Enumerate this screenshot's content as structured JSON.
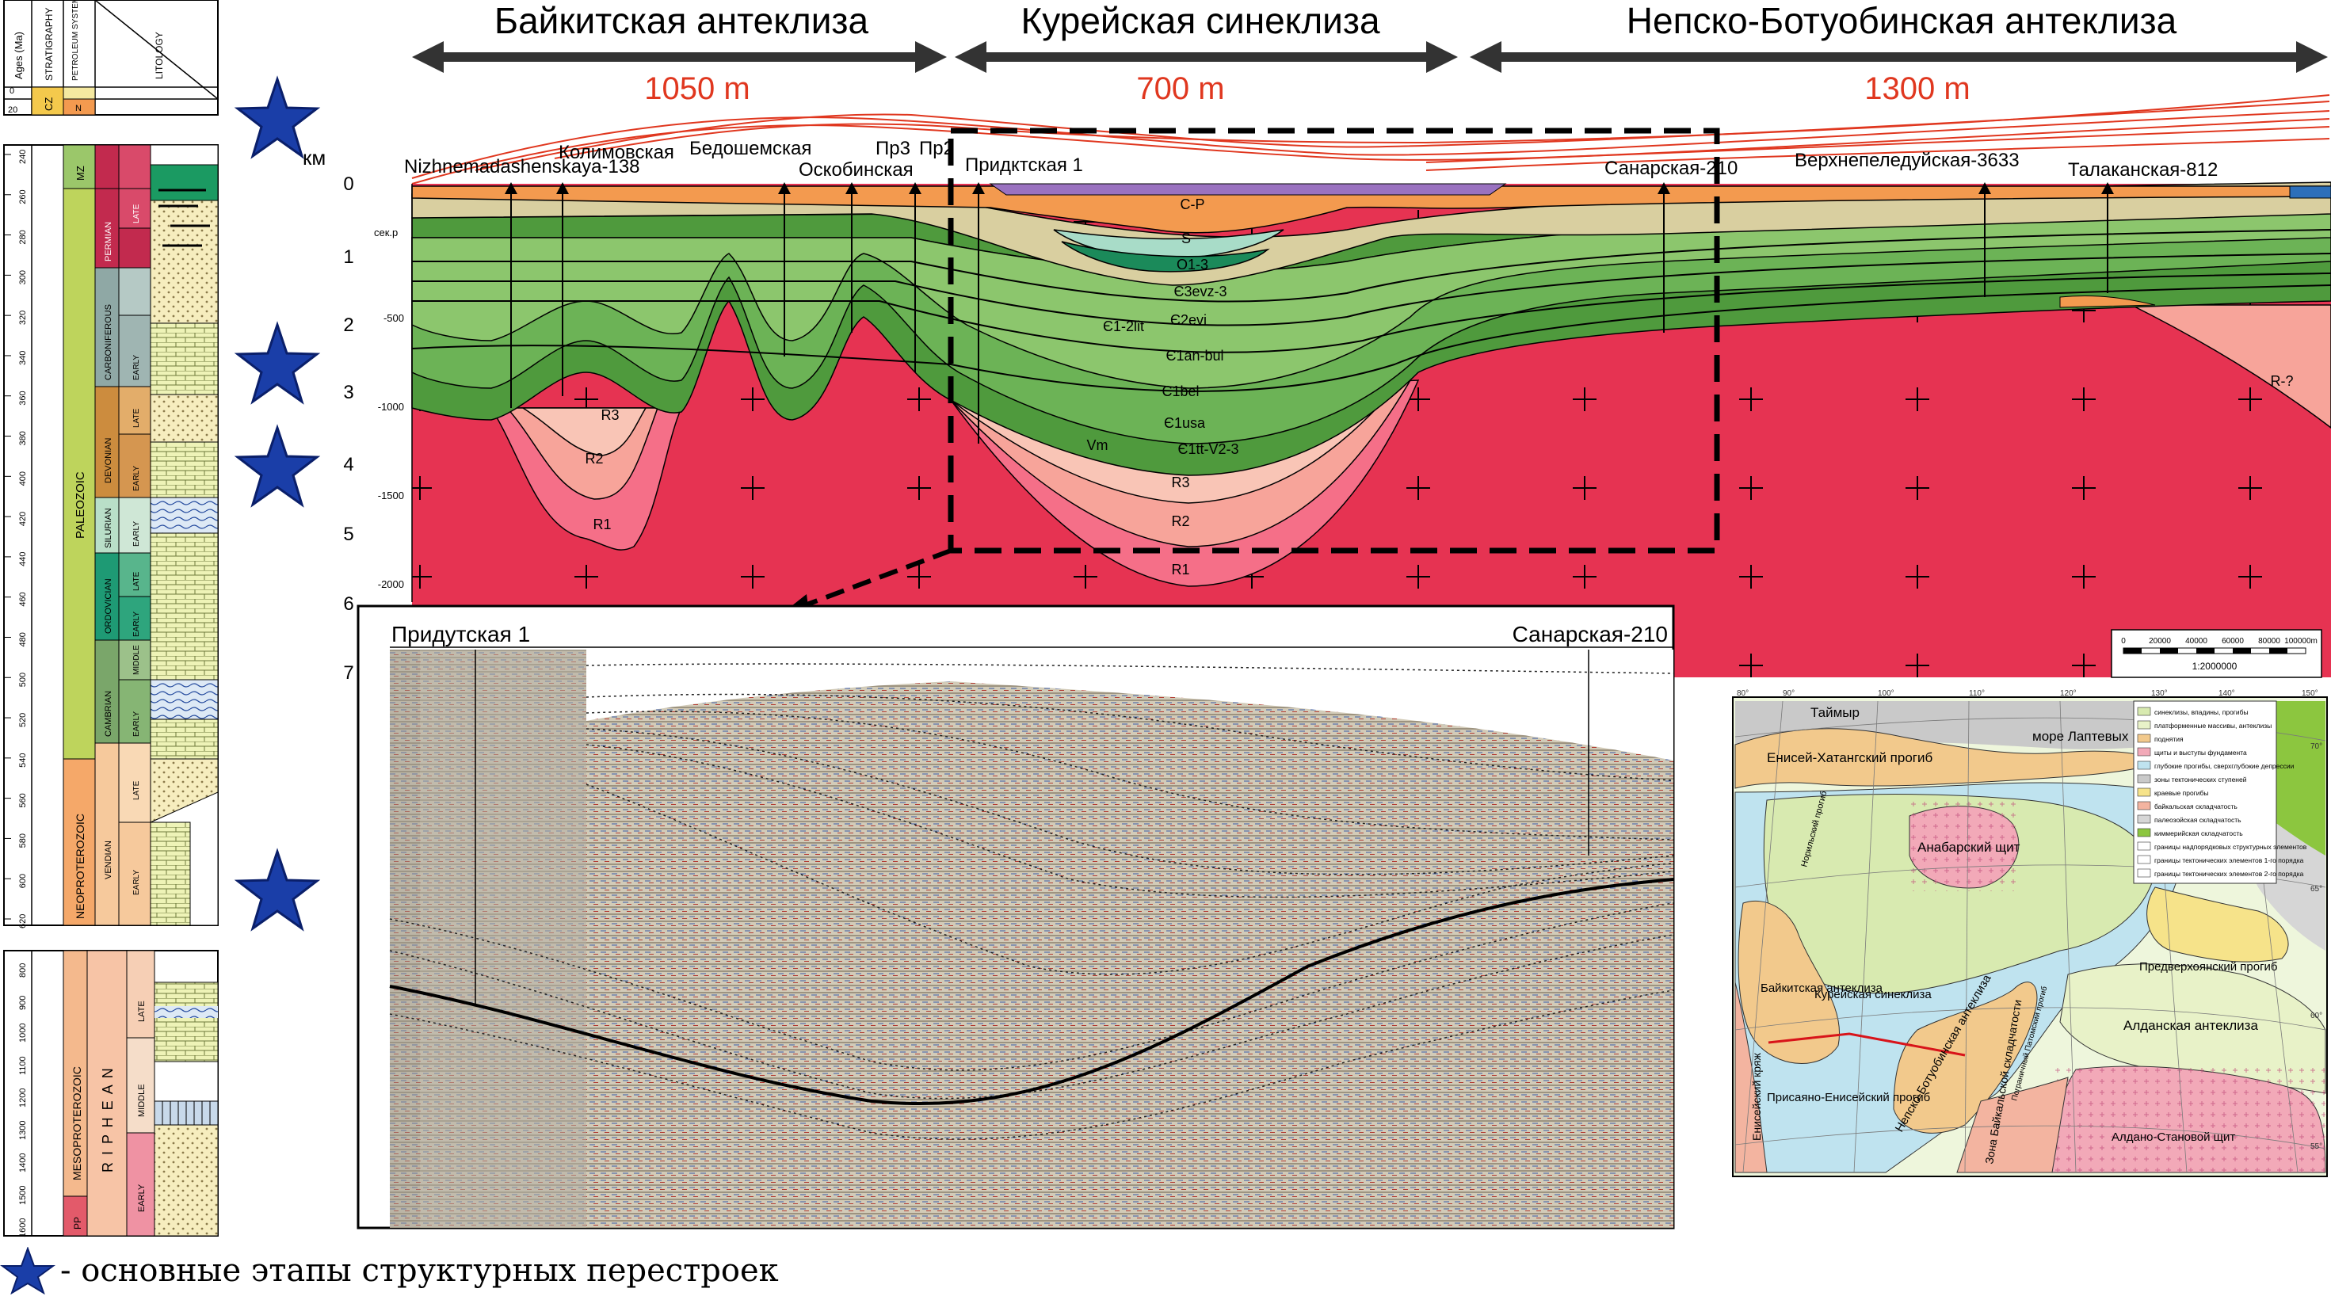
{
  "colors": {
    "basement": "#e63352",
    "riphean": "#f7a49a",
    "green_dark": "#4f9a3d",
    "green_mid": "#6cb356",
    "green_light": "#8cc66d",
    "beige": "#d9cfa0",
    "orange": "#f39a4f",
    "purple": "#9a72c0",
    "teal": "#a8dcc8",
    "star": "#1a3ea8",
    "annotation_red": "#e0371f",
    "section_bg": "#c8c8c8"
  },
  "regions": [
    {
      "name": "Байкитская антеклиза",
      "thickness": "1050 m"
    },
    {
      "name": "Курейская синеклиза",
      "thickness": "700 m"
    },
    {
      "name": "Непско-Ботуобинская антеклиза",
      "thickness": "1300 m"
    }
  ],
  "stratigraphy_column": {
    "headers": [
      "Ages (Ma)",
      "STRATIGRAPHY",
      "PETROLEUM SYSTEMS",
      "LITOLOGY"
    ],
    "top_block": {
      "ages": [
        "0",
        "20"
      ],
      "era": "CZ",
      "period": "N"
    },
    "main_block": {
      "ages": [
        "240",
        "260",
        "280",
        "300",
        "320",
        "340",
        "360",
        "380",
        "400",
        "420",
        "440",
        "460",
        "480",
        "500",
        "520",
        "540",
        "560",
        "580",
        "600",
        "620"
      ],
      "eras": [
        "MZ",
        "PALEOZOIC",
        "NEOPROTEROZOIC"
      ],
      "periods": [
        "PERMIAN",
        "CARBONIFEROUS",
        "DEVONIAN",
        "SILURIAN",
        "ORDOVICIAN",
        "CAMBRIAN",
        "VENDIAN"
      ],
      "epochs": [
        "LATE",
        "EARLY",
        "LATE",
        "EARLY",
        "EARLY",
        "LATE",
        "EARLY",
        "MIDDLE",
        "EARLY",
        "LATE",
        "EARLY"
      ]
    },
    "bottom_block": {
      "ages": [
        "800",
        "900",
        "1000",
        "1100",
        "1200",
        "1300",
        "1400",
        "1500",
        "1600"
      ],
      "eras": [
        "MESOPROTEROZOIC",
        "PP"
      ],
      "period": "R I P H E A N",
      "epochs": [
        "LATE",
        "MIDDLE",
        "EARLY"
      ]
    }
  },
  "km_label": "км",
  "depth_axis": {
    "km_ticks": [
      "0",
      "1",
      "2",
      "3",
      "4",
      "5",
      "6",
      "7"
    ],
    "unit_label": "сек.р",
    "sec_ticks": [
      "-500",
      "-1000",
      "-1500",
      "-2000"
    ]
  },
  "wells": [
    "Nizhnemadashenskaya-138",
    "Колимовская",
    "Бедошемская",
    "Оскобинская",
    "Пр3",
    "Пр2",
    "Придктская 1",
    "Санарская-210",
    "Верхнепеледуйская-3633",
    "Талаканская-812"
  ],
  "layers": {
    "cp": "C-P",
    "s": "S",
    "o": "O1-3",
    "c3": "Є3evz-3",
    "c2": "Є2evi",
    "c12": "Є1-2lit",
    "c1an": "Є1an-bul",
    "c1bel": "Є1bel",
    "c1us": "Є1usa",
    "c1tt": "Є1tt-V2-3",
    "vm": "Vm",
    "r3": "R3",
    "r2": "R2",
    "r1": "R1",
    "rq": "R-?",
    "r3w": "R3",
    "r2w": "R2",
    "r1w": "R1"
  },
  "scale_bar": {
    "ticks": [
      "0",
      "20000",
      "40000",
      "60000",
      "80000",
      "100000m"
    ],
    "ratio": "1:2000000"
  },
  "seismic": {
    "left_well": "Придутская 1",
    "right_well": "Санарская-210"
  },
  "map": {
    "legend": [
      {
        "label": "синеклизы, впадины, прогибы",
        "color": "#d8eab0"
      },
      {
        "label": "платформенные массивы, антеклизы",
        "color": "#e8f2c8"
      },
      {
        "label": "поднятия",
        "color": "#f2c98c"
      },
      {
        "label": "щиты и выступы фундамента",
        "color": "#f2a9b8"
      },
      {
        "label": "глубокие прогибы, сверхглубокие депрессии",
        "color": "#bfe3ef"
      },
      {
        "label": "зоны тектонических ступеней",
        "color": "#c9c9c9"
      },
      {
        "label": "краевые прогибы",
        "color": "#f6e38a"
      },
      {
        "label": "байкальская складчатость",
        "color": "#f3b4a0"
      },
      {
        "label": "палеозойская складчатость",
        "color": "#d6d6d6"
      },
      {
        "label": "киммерийская складчатость",
        "color": "#8cc63f"
      },
      {
        "label": "границы надпорядковых структурных элементов",
        "color": "#ffffff"
      },
      {
        "label": "границы тектонических элементов 1-го порядка",
        "color": "#ffffff"
      },
      {
        "label": "границы тектонических элементов 2-го порядка",
        "color": "#ffffff"
      }
    ],
    "labels": {
      "taimyr": "Таймыр",
      "laptev": "море Лаптевых",
      "yenisei_khatanga": "Енисей-Хатангский прогиб",
      "anabar": "Анабарский щит",
      "noril": "Норильский прогиб",
      "baikit": "Байкитская антеклиза",
      "kurei": "Курейская синеклиза",
      "nepsko": "Непско-Ботуобинская антеклиза",
      "predverkh": "Предверхоянский прогиб",
      "aldan": "Алданская антеклиза",
      "yenisei_ridge": "Енисейский кряж",
      "prisayan": "Присаяно-Енисейский прогиб",
      "baikal_zone": "Зона Байкальской складчатости",
      "aldan_stanovoy": "Алдано-Становой щит",
      "patom": "Пограничный Патомский прогиб"
    },
    "lon_ticks": [
      "80°",
      "90°",
      "100°",
      "110°",
      "120°",
      "130°",
      "140°",
      "150°"
    ],
    "lat_ticks": [
      "70°",
      "65°",
      "60°",
      "55°"
    ]
  },
  "legend_note": "- основные этапы структурных перестроек"
}
